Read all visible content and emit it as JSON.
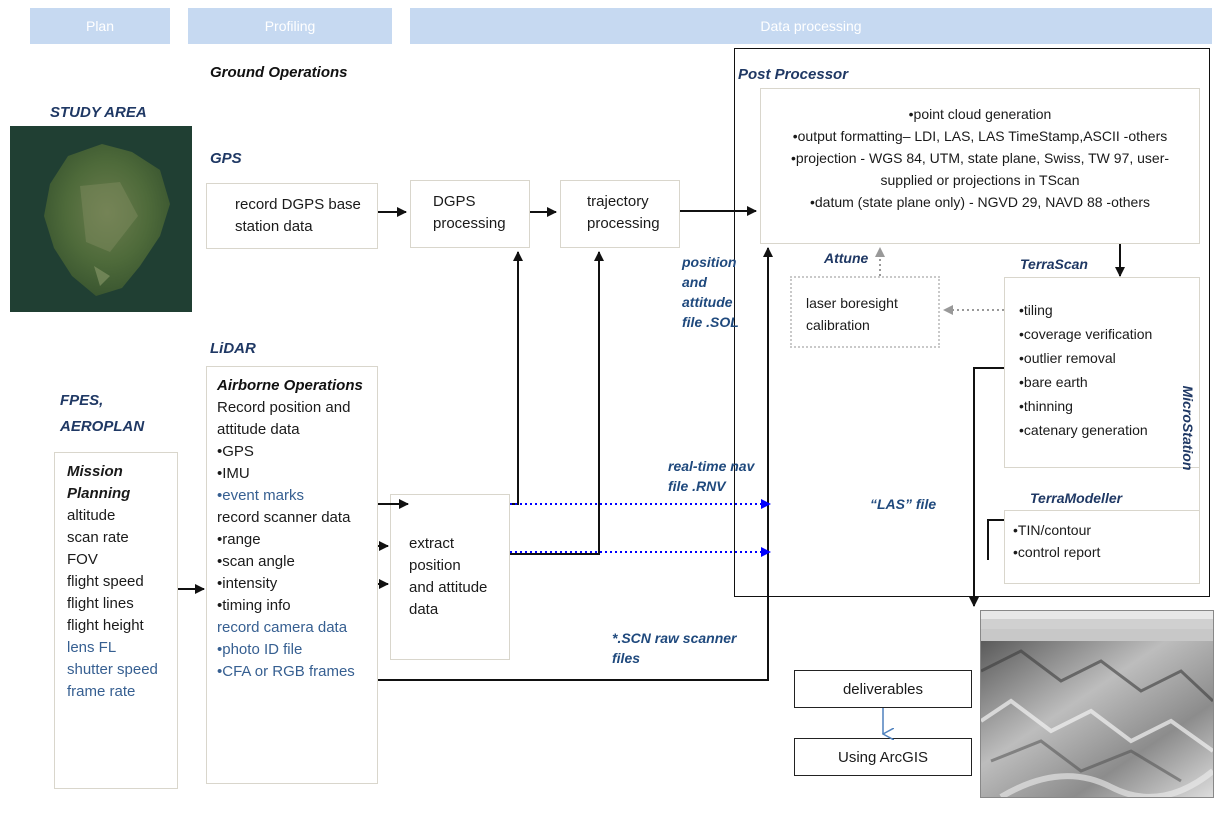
{
  "headers": {
    "plan": "Plan",
    "profiling": "Profiling",
    "data_processing": "Data processing"
  },
  "left": {
    "study_area": "STUDY AREA",
    "fpes": "FPES,",
    "aeroplan": "AEROPLAN"
  },
  "profiling": {
    "ground_ops": "Ground Operations",
    "gps": "GPS",
    "lidar": "LiDAR"
  },
  "mission": {
    "title_1": "Mission",
    "title_2": "Planning",
    "black_items": [
      "altitude",
      "scan rate",
      "FOV",
      "flight speed",
      "flight lines",
      "flight height"
    ],
    "blue_items": [
      "lens FL",
      "shutter speed",
      "frame rate"
    ]
  },
  "airborne": {
    "title": "Airborne Operations",
    "lines": [
      {
        "text": "Record position and",
        "blue": false
      },
      {
        "text": "attitude data",
        "blue": false
      },
      {
        "text": "•GPS",
        "blue": false
      },
      {
        "text": "•IMU",
        "blue": false
      },
      {
        "text": "•event marks",
        "blue": true
      },
      {
        "text": "record scanner data",
        "blue": false
      },
      {
        "text": "•range",
        "blue": false
      },
      {
        "text": "•scan angle",
        "blue": false
      },
      {
        "text": "•intensity",
        "blue": false
      },
      {
        "text": "•timing info",
        "blue": false
      },
      {
        "text": "record camera data",
        "blue": true
      },
      {
        "text": "•photo ID file",
        "blue": true
      },
      {
        "text": "•CFA or RGB frames",
        "blue": true
      }
    ]
  },
  "gps_base": {
    "line1": "record DGPS base",
    "line2": "station data"
  },
  "dgps": {
    "line1": "DGPS",
    "line2": "processing"
  },
  "trajectory": {
    "line1": "trajectory",
    "line2": "processing"
  },
  "extract": {
    "lines": [
      "extract",
      "position",
      "and attitude",
      "data"
    ]
  },
  "post_processor": {
    "title": "Post Processor",
    "lines": [
      "•point cloud generation",
      "•output formatting– LDI, LAS, LAS TimeStamp,ASCII -others",
      "•projection - WGS 84, UTM, state plane, Swiss, TW 97, user-",
      "supplied or projections in TScan",
      "•datum (state plane only) - NGVD 29, NAVD 88 -others"
    ]
  },
  "attune": {
    "title": "Attune",
    "line1": "laser boresight",
    "line2": "calibration"
  },
  "terrascan": {
    "title": "TerraScan",
    "items": [
      "•tiling",
      "•coverage verification",
      "•outlier removal",
      "•bare earth",
      "•thinning",
      "•catenary generation"
    ]
  },
  "microstation": "MicroStation",
  "terramodeller": {
    "title": "TerraModeller",
    "items": [
      "•TIN/contour",
      "•control report"
    ]
  },
  "labels": {
    "sol": [
      "position",
      "and",
      "attitude",
      "file .SOL"
    ],
    "rnv": [
      "real-time nav",
      "file .RNV"
    ],
    "las": "“LAS” file",
    "scn": [
      "*.SCN raw scanner",
      "files"
    ]
  },
  "deliverables": "deliverables",
  "arcgis": "Using ArcGIS",
  "colors": {
    "header_bg": "#c6d9f1",
    "label_blue": "#1f497d",
    "item_blue": "#365f91",
    "arrow_blue": "#0000ff"
  }
}
